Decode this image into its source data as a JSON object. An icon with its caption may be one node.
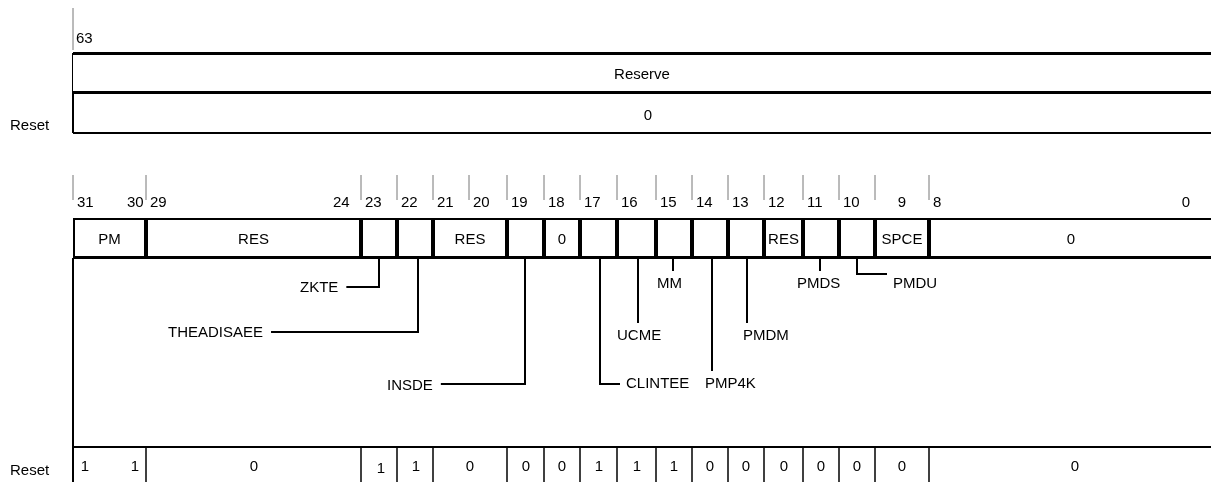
{
  "diagram": {
    "nodes": [
      {
        "text": [
          "Reserve"
        ]
      },
      {
        "text": [
          "PM"
        ]
      },
      {
        "text": [
          "RES"
        ]
      },
      {
        "text": [],
        "shape": "box"
      },
      {
        "text": [],
        "shape": "box"
      },
      {
        "text": [
          "RES"
        ]
      },
      {
        "text": [],
        "shape": "box"
      },
      {
        "text": [
          "0"
        ]
      },
      {
        "text": [],
        "shape": "box"
      },
      {
        "text": [],
        "shape": "box"
      },
      {
        "text": [],
        "shape": "box"
      },
      {
        "text": [],
        "shape": "box"
      },
      {
        "text": [],
        "shape": "box"
      },
      {
        "text": [
          "RES"
        ]
      },
      {
        "text": [],
        "shape": "box"
      },
      {
        "text": [],
        "shape": "box"
      },
      {
        "text": [
          "SPCE"
        ]
      },
      {
        "text": [
          "0"
        ]
      },
      {
        "text": [
          "ZKTE"
        ]
      },
      {
        "text": [
          "MM"
        ]
      },
      {
        "text": [
          "PMDS"
        ]
      },
      {
        "text": [
          "PMDU"
        ]
      },
      {
        "text": [
          "THEADISAEE"
        ]
      },
      {
        "text": [
          "UCME"
        ]
      },
      {
        "text": [
          "PMDM"
        ]
      },
      {
        "text": [
          "INSDE"
        ]
      },
      {
        "text": [
          "CLINTEE"
        ]
      },
      {
        "text": [
          "PMP4K"
        ]
      }
    ],
    "edges": [
      {
        "from": 18,
        "to": 3,
        "arrow": "none"
      },
      {
        "from": 19,
        "to": 10,
        "arrow": "none"
      },
      {
        "from": 20,
        "to": 14,
        "arrow": "none"
      },
      {
        "from": 21,
        "to": 15,
        "arrow": "none"
      },
      {
        "from": 22,
        "to": 4,
        "arrow": "none"
      },
      {
        "from": 23,
        "to": 9,
        "arrow": "none"
      },
      {
        "from": 24,
        "to": 12,
        "arrow": "none"
      },
      {
        "from": 25,
        "to": 6,
        "arrow": "none"
      },
      {
        "from": 26,
        "to": 8,
        "arrow": "none"
      },
      {
        "from": 27,
        "to": 11,
        "arrow": "none"
      }
    ],
    "labels": [
      "63",
      "Reset",
      "0",
      "31",
      "30",
      "29",
      "24",
      "23",
      "22",
      "21",
      "20",
      "19",
      "18",
      "17",
      "16",
      "15",
      "14",
      "13",
      "12",
      "11",
      "10",
      "9",
      "8",
      "0",
      "Reset",
      "1",
      "1",
      "0",
      "1",
      "1",
      "0",
      "0",
      "0",
      "1",
      "1",
      "1",
      "0",
      "0",
      "0",
      "0",
      "0",
      "0",
      "0"
    ]
  }
}
